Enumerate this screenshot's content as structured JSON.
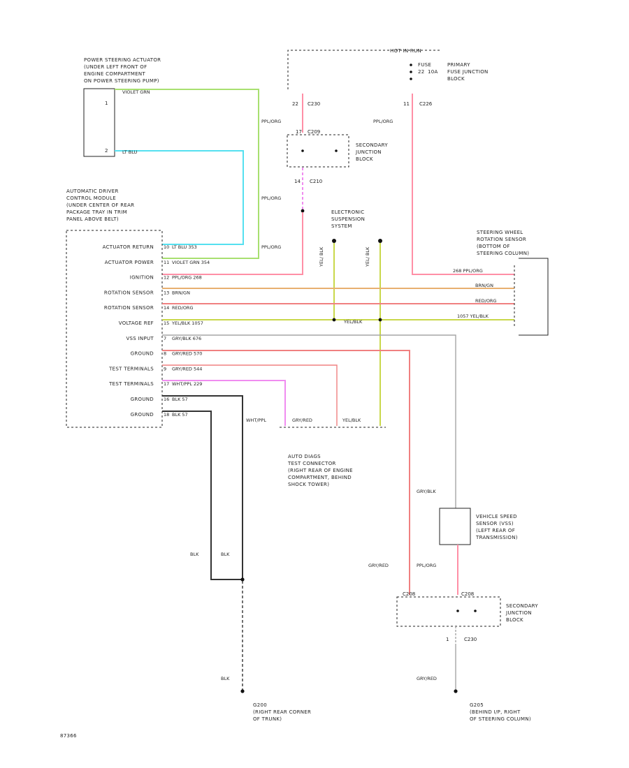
{
  "components": {
    "actuator": {
      "lines": [
        "POWER STEERING ACTUATOR",
        "(UNDER LEFT FRONT OF",
        "ENGINE COMPARTMENT",
        "ON POWER STEERING PUMP)"
      ],
      "pin1": "1",
      "pin2": "2"
    },
    "hot_in_run": "HOT IN RUN",
    "fuse_block": {
      "fuse_label": "FUSE",
      "fuse_num": "22",
      "amp": "10A",
      "lines": [
        "PRIMARY",
        "FUSE JUNCTION",
        "BLOCK"
      ],
      "pin_left": "22",
      "pin_right": "11",
      "conn_left": "C230",
      "conn_right": "C226"
    },
    "sec_jb_top": {
      "lines": [
        "SECONDARY",
        "JUNCTION",
        "BLOCK"
      ],
      "conn_top": "C209",
      "pin_top": "17",
      "pin_bottom": "14",
      "conn_bottom": "C210"
    },
    "module": {
      "lines": [
        "AUTOMATIC DRIVER",
        "CONTROL MODULE",
        "(UNDER CENTER OF REAR",
        "PACKAGE TRAY IN TRIM",
        "PANEL ABOVE BELT)"
      ],
      "pins": [
        "ACTUATOR RETURN",
        "ACTUATOR POWER",
        "IGNITION",
        "ROTATION SENSOR",
        "ROTATION SENSOR",
        "VOLTAGE REF",
        "VSS INPUT",
        "GROUND",
        "TEST TERMINALS",
        "TEST TERMINALS",
        "GROUND",
        "GROUND"
      ],
      "wire_codes": [
        "LT BLU 353",
        "VIOLET GRN 354",
        "PPL/ORG 268",
        "BRN/GN",
        "RED/ORG",
        "YEL/BLK 1057",
        "GRY/BLK 676",
        "GRY/RED 570",
        "GRY/RED 544",
        "WHT/PPL 229",
        "BLK 57",
        "BLK 57"
      ],
      "pin_nums": [
        "10",
        "11",
        "12",
        "13",
        "14",
        "15",
        "7",
        "8",
        "9",
        "17",
        "16",
        "18"
      ]
    },
    "electronic_suspension": {
      "lines": [
        "ELECTRONIC",
        "SUSPENSION",
        "SYSTEM"
      ]
    },
    "steering_sensor": {
      "lines": [
        "STEERING WHEEL",
        "ROTATION SENSOR",
        "(BOTTOM OF",
        "STEERING COLUMN)"
      ],
      "wire_codes": [
        "268 PPL/ORG",
        "BRN/GN",
        "RED/ORG",
        "1057 YEL/BLK"
      ]
    },
    "test_connector": {
      "lines": [
        "AUTO DIAGS",
        "TEST CONNECTOR",
        "(RIGHT REAR OF ENGINE",
        "COMPARTMENT, BEHIND",
        "SHOCK TOWER)"
      ],
      "wire_codes": [
        "WHT/PPL",
        "GRY/RED",
        "YEL/BLK"
      ]
    },
    "vss": {
      "lines": [
        "VEHICLE SPEED",
        "SENSOR (VSS)",
        "(LEFT REAR OF",
        "TRANSMISSION)"
      ],
      "wire_code": "GRY/BLK"
    },
    "sec_jb_bottom": {
      "lines": [
        "SECONDARY",
        "JUNCTION",
        "BLOCK"
      ],
      "conn_left": "C208",
      "conn_right": "C208",
      "pin_bottom": "1",
      "conn_bottom": "C230"
    },
    "grounds": {
      "g1": [
        "G200",
        "(RIGHT REAR CORNER",
        "OF TRUNK)"
      ],
      "g2": [
        "G205",
        "(BEHIND I/P, RIGHT",
        "OF STEERING COLUMN)"
      ],
      "blk": "BLK"
    },
    "misc_wire_labels": {
      "ppl_org": "PPL/ORG",
      "gry_red": "GRY/RED",
      "yel_blk": "YEL/BLK",
      "blu_blk": "YEL/ BLK",
      "violet_grn": "VIOLET GRN",
      "lt_blu": "LT BLU"
    },
    "figure_id": "87366"
  },
  "colors": {
    "pink": "#ff8fa6",
    "magenta": "#f08cf0",
    "lime": "#a8e070",
    "cyan": "#55e0f0",
    "orange": "#e8b070",
    "red": "#f08080",
    "yellow_green": "#c9d84a",
    "gray": "#a6a6a6",
    "black_wire": "#333333"
  }
}
